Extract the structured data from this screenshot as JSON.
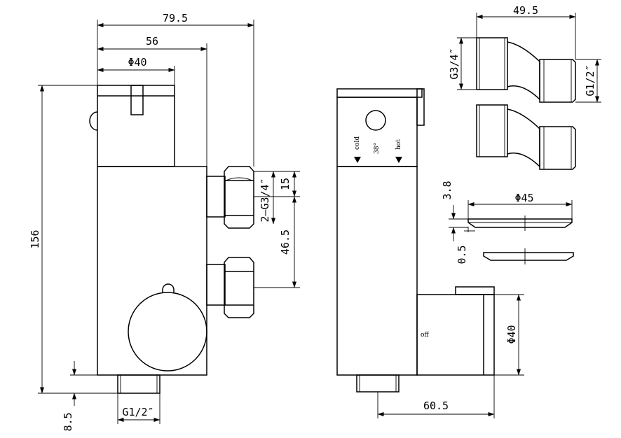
{
  "front_view": {
    "overall_width": "79.5",
    "body_width": "56",
    "handle_diameter": "Φ40",
    "height": "156",
    "inlet_spacing_top": "15",
    "inlet_thread": "2–G3/4″",
    "inlet_spacing": "46.5",
    "outlet_height": "8.5",
    "outlet_thread": "G1/2″"
  },
  "side_view": {
    "label_cold": "cold",
    "label_temp": "38°",
    "label_hot": "hot",
    "label_off": "off",
    "knob_diameter": "Φ40",
    "depth": "60.5"
  },
  "eccentric": {
    "length": "49.5",
    "thread_large": "G3/4″",
    "thread_small": "G1/2″"
  },
  "flange": {
    "thickness": "3.8",
    "diameter": "Φ45",
    "lip": "0.5"
  }
}
